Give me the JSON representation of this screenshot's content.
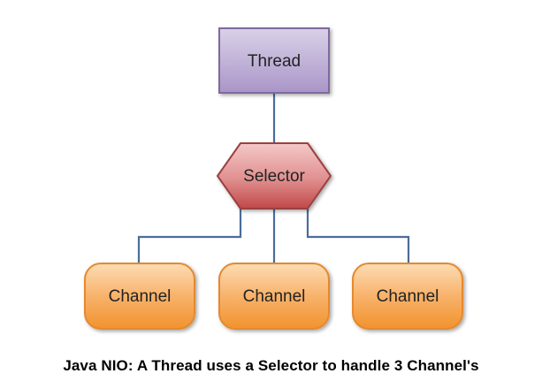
{
  "diagram": {
    "thread": {
      "label": "Thread"
    },
    "selector": {
      "label": "Selector"
    },
    "channels": [
      {
        "label": "Channel"
      },
      {
        "label": "Channel"
      },
      {
        "label": "Channel"
      }
    ]
  },
  "caption": "Java NIO: A Thread uses a Selector to handle 3 Channel's",
  "colors": {
    "connector": "#4a6d9a",
    "thread_fill_top": "#d7cfe6",
    "thread_fill_bottom": "#ad9bcb",
    "thread_stroke": "#7e6a9e",
    "selector_fill_top": "#f2c0c0",
    "selector_fill_bottom": "#c25050",
    "selector_stroke": "#9c4040",
    "channel_fill_top": "#fbd5a9",
    "channel_fill_bottom": "#f39a3f",
    "channel_stroke": "#e5892e"
  }
}
